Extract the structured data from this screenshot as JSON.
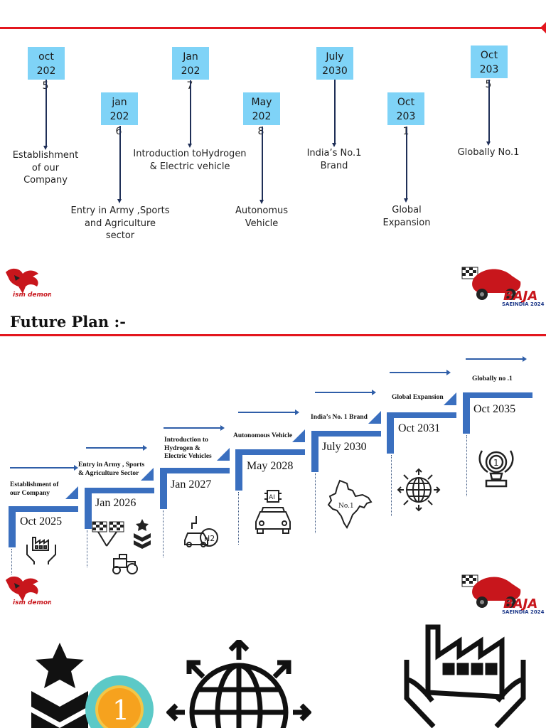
{
  "timeline": {
    "milestones": [
      {
        "month": "oct",
        "year": "202",
        "digit": "5",
        "text": [
          "Establishment",
          "of our",
          "Company"
        ]
      },
      {
        "month": "jan",
        "year": "202",
        "digit": "6",
        "text": [
          "Entry in Army ,Sports",
          "and Agriculture",
          "sector"
        ]
      },
      {
        "month": "Jan",
        "year": "202",
        "digit": "7",
        "text": [
          "Introduction toHydrogen",
          "& Electric vehicle"
        ]
      },
      {
        "month": "May",
        "year": "202",
        "digit": "8",
        "text": [
          "Autonomus",
          "Vehicle"
        ]
      },
      {
        "month": "July",
        "year": "2030",
        "digit": "",
        "text": [
          "India’s No.1",
          "Brand"
        ]
      },
      {
        "month": "Oct",
        "year": "203",
        "digit": "1",
        "text": [
          "Global",
          "Expansion"
        ]
      },
      {
        "month": "Oct",
        "year": "203",
        "digit": "5",
        "text": [
          "Globally No.1"
        ]
      }
    ]
  },
  "logos": {
    "team": "ism demons",
    "baja": "BAJA",
    "baja_sub": "SAEINDIA 2024"
  },
  "future_plan": {
    "title": "Future Plan :-",
    "steps": [
      {
        "label": [
          "Establishment of",
          "our Company"
        ],
        "date": "Oct 2025",
        "icon": "factory-hands-icon"
      },
      {
        "label": [
          "Entry in Army , Sports",
          "& Agriculture Sector"
        ],
        "date": "Jan 2026",
        "icon": "flags-tractor-icon"
      },
      {
        "label": [
          "Introduction to",
          "Hydrogen &",
          "Electric Vehicles"
        ],
        "date": "Jan 2027",
        "icon": "hydrogen-car-icon"
      },
      {
        "label": [
          "Autonomous Vehicle"
        ],
        "date": "May 2028",
        "icon": "ai-car-icon"
      },
      {
        "label": [
          "India’s No. 1 Brand"
        ],
        "date": "July 2030",
        "icon": "india-map-icon",
        "map_text": "No.1"
      },
      {
        "label": [
          "Global Expansion"
        ],
        "date": "Oct 2031",
        "icon": "globe-arrows-icon"
      },
      {
        "label": [
          "Globally no .1"
        ],
        "date": "Oct 2035",
        "icon": "trophy-icon",
        "trophy_text": "1"
      }
    ]
  },
  "bottom_icons": {
    "medal_text": "1"
  },
  "colors": {
    "accent_red": "#e3161e",
    "date_box": "#7fd3f7",
    "step_blue": "#2f5ea8",
    "medal_teal": "#5cc9c7",
    "medal_orange": "#f6a21e"
  }
}
